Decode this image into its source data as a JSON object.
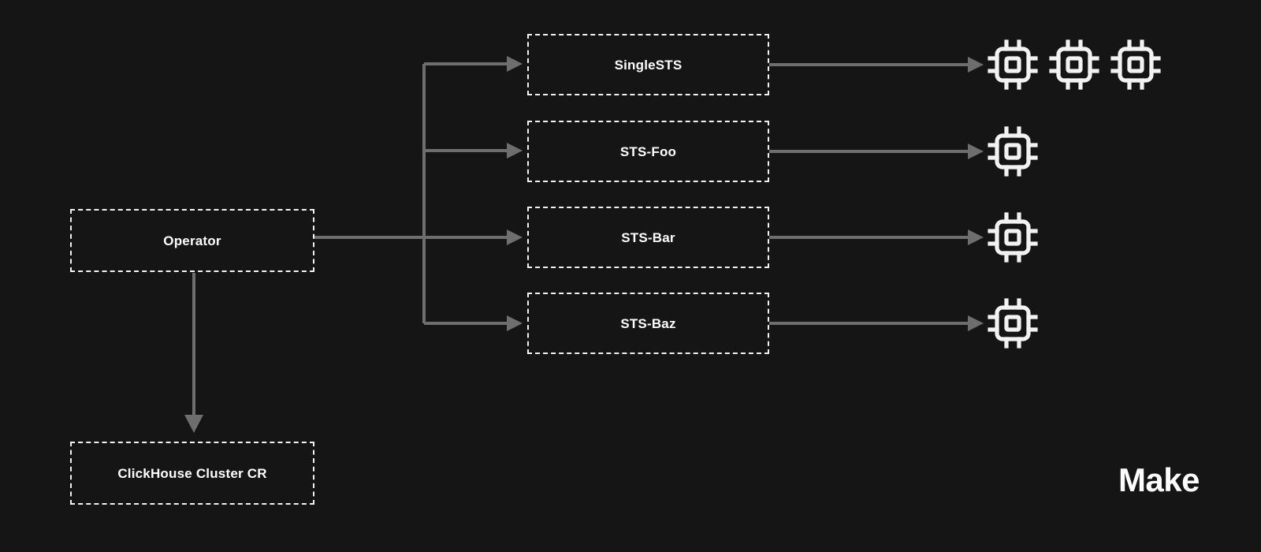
{
  "diagram": {
    "background_color": "#151515",
    "node_border_color": "#f2f2f2",
    "wire_color": "#6e6e6e",
    "text_color": "#ffffff",
    "operator": {
      "label": "Operator"
    },
    "cluster_cr": {
      "label": "ClickHouse Cluster CR"
    },
    "statefulsets": [
      {
        "label": "SingleSTS",
        "pod_count": 3,
        "pod_icon": "cpu-icon"
      },
      {
        "label": "STS-Foo",
        "pod_count": 1,
        "pod_icon": "cpu-icon"
      },
      {
        "label": "STS-Bar",
        "pod_count": 1,
        "pod_icon": "cpu-icon"
      },
      {
        "label": "STS-Baz",
        "pod_count": 1,
        "pod_icon": "cpu-icon"
      }
    ]
  },
  "brand": {
    "name": "Make"
  }
}
